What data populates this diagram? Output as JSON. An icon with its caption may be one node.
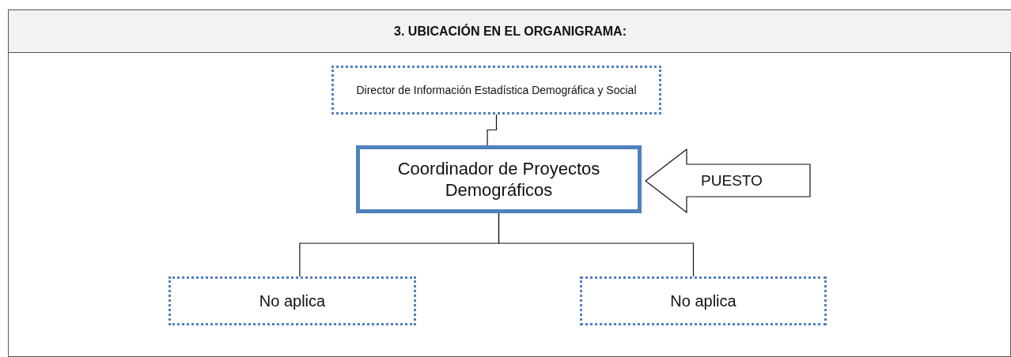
{
  "diagram": {
    "title": "3. UBICACIÓN EN EL ORGANIGRAMA:",
    "nodes": [
      {
        "text": [
          "Director de Información Estadística Demográfica y Social"
        ]
      },
      {
        "text": [
          "Coordinador de Proyectos Demográficos"
        ]
      },
      {
        "text": [
          "PUESTO"
        ]
      },
      {
        "text": [
          "No aplica"
        ]
      },
      {
        "text": [
          "No aplica"
        ]
      }
    ],
    "edges": [
      {
        "from": 0,
        "to": 1,
        "arrow": "none"
      },
      {
        "from": 1,
        "to": 3,
        "arrow": "none"
      },
      {
        "from": 1,
        "to": 4,
        "arrow": "none"
      }
    ]
  }
}
